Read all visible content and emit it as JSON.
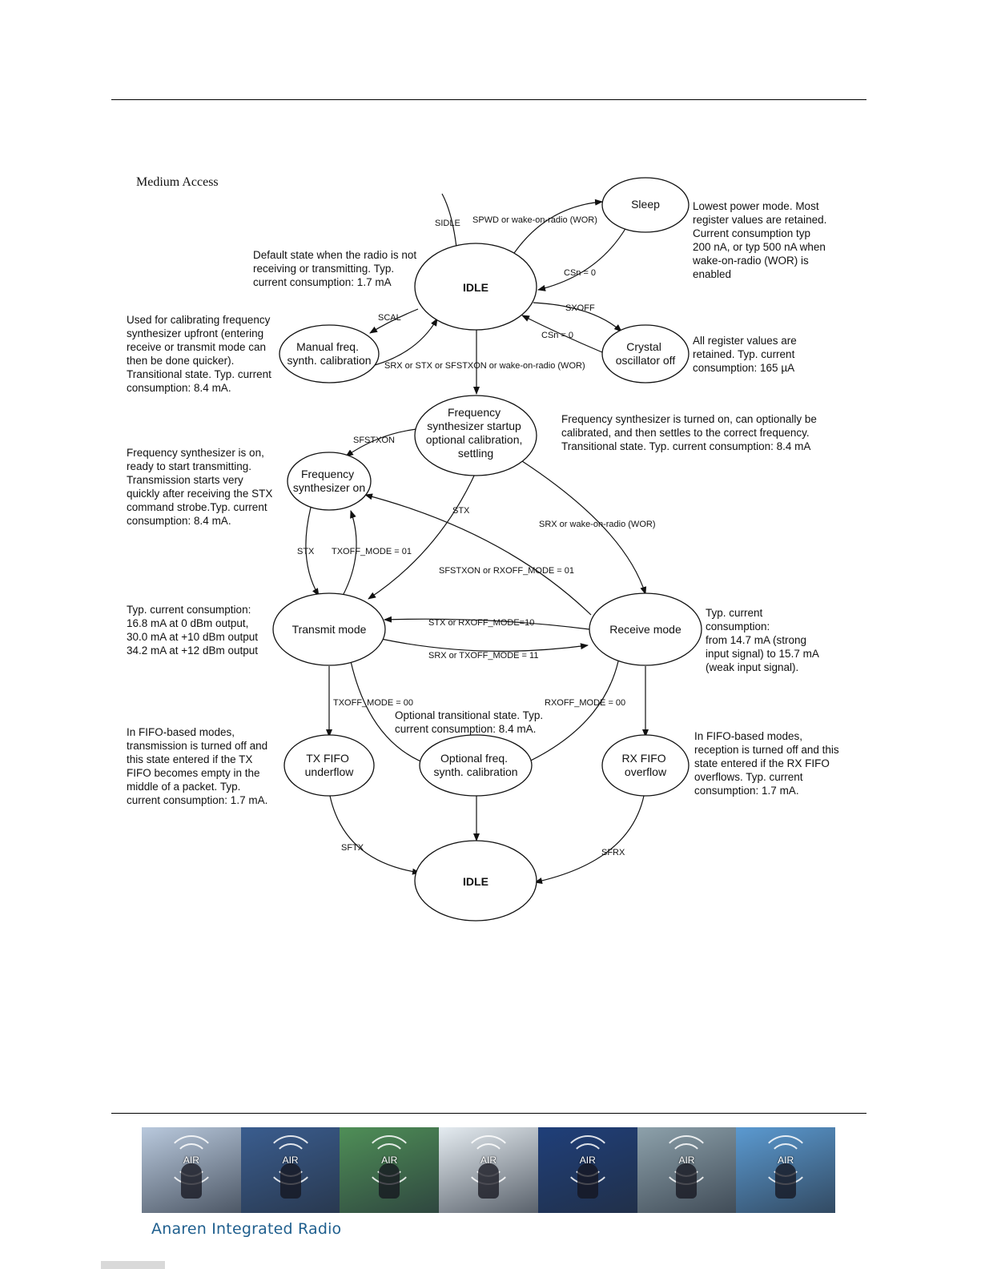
{
  "heading": "Medium Access",
  "states": [
    {
      "id": "sleep",
      "label": [
        "Sleep"
      ]
    },
    {
      "id": "idle_top",
      "label": [
        "IDLE"
      ]
    },
    {
      "id": "manual_cal",
      "label": [
        "Manual freq.",
        "synth. calibration"
      ]
    },
    {
      "id": "xosc_off",
      "label": [
        "Crystal",
        "oscillator off"
      ]
    },
    {
      "id": "fs_startup",
      "label": [
        "Frequency",
        "synthesizer startup",
        "optional calibration,",
        "settling"
      ]
    },
    {
      "id": "fs_on",
      "label": [
        "Frequency",
        "synthesizer on"
      ]
    },
    {
      "id": "tx_mode",
      "label": [
        "Transmit mode"
      ]
    },
    {
      "id": "rx_mode",
      "label": [
        "Receive mode"
      ]
    },
    {
      "id": "tx_underflow",
      "label": [
        "TX FIFO",
        "underflow"
      ]
    },
    {
      "id": "opt_cal",
      "label": [
        "Optional freq.",
        "synth. calibration"
      ]
    },
    {
      "id": "rx_overflow",
      "label": [
        "RX FIFO",
        "overflow"
      ]
    },
    {
      "id": "idle_bottom",
      "label": [
        "IDLE"
      ]
    }
  ],
  "edges": [
    {
      "id": "sidle",
      "label": "SIDLE"
    },
    {
      "id": "spwd",
      "label": "SPWD or wake-on-radio (WOR)"
    },
    {
      "id": "csn_sleep",
      "label": "CSn = 0"
    },
    {
      "id": "sxoff",
      "label": "SXOFF"
    },
    {
      "id": "csn_xosc",
      "label": "CSn = 0"
    },
    {
      "id": "scal",
      "label": "SCAL"
    },
    {
      "id": "srx_stx",
      "label": "SRX or STX or SFSTXON or wake-on-radio (WOR)"
    },
    {
      "id": "sfstxon",
      "label": "SFSTXON"
    },
    {
      "id": "stx_startup",
      "label": "STX"
    },
    {
      "id": "srx_wor",
      "label": "SRX or wake-on-radio (WOR)"
    },
    {
      "id": "stx_fs",
      "label": "STX"
    },
    {
      "id": "txoff01",
      "label": "TXOFF_MODE = 01"
    },
    {
      "id": "sfstxon_rxoff",
      "label": "SFSTXON or RXOFF_MODE = 01"
    },
    {
      "id": "stx_rxoff10",
      "label": "STX or RXOFF_MODE=10"
    },
    {
      "id": "srx_txoff11",
      "label": "SRX or TXOFF_MODE = 11"
    },
    {
      "id": "txoff00",
      "label": "TXOFF_MODE = 00"
    },
    {
      "id": "rxoff00",
      "label": "RXOFF_MODE = 00"
    },
    {
      "id": "sftx",
      "label": "SFTX"
    },
    {
      "id": "sfrx",
      "label": "SFRX"
    }
  ],
  "notes": [
    {
      "id": "note-sleep",
      "lines": [
        "Lowest power mode. Most",
        "register values are retained.",
        "Current consumption typ",
        "200 nA, or typ 500 nA when",
        "wake-on-radio (WOR) is",
        "enabled"
      ]
    },
    {
      "id": "note-idle",
      "lines": [
        "Default state when the radio is not",
        "receiving or transmitting. Typ.",
        "current consumption: 1.7 mA"
      ]
    },
    {
      "id": "note-manual-cal",
      "lines": [
        "Used for calibrating frequency",
        "synthesizer upfront (entering",
        "receive or transmit mode can",
        "then be done quicker).",
        "Transitional state. Typ. current",
        "consumption: 8.4 mA."
      ]
    },
    {
      "id": "note-xosc",
      "lines": [
        "All register values are",
        "retained. Typ. current",
        "consumption: 165 µA"
      ]
    },
    {
      "id": "note-fs-startup",
      "lines": [
        "Frequency synthesizer is turned on, can optionally be",
        "calibrated, and then settles to the correct frequency.",
        "Transitional state. Typ. current consumption: 8.4 mA"
      ]
    },
    {
      "id": "note-fs-on",
      "lines": [
        "Frequency synthesizer is on,",
        "ready to start transmitting.",
        "Transmission starts very",
        "quickly after receiving the STX",
        "command strobe.Typ. current",
        "consumption: 8.4 mA."
      ]
    },
    {
      "id": "note-tx",
      "lines": [
        "Typ. current consumption:",
        "16.8 mA at 0 dBm output,",
        "30.0 mA at +10 dBm output",
        "34.2 mA at +12 dBm output"
      ]
    },
    {
      "id": "note-rx",
      "lines": [
        "Typ. current",
        "consumption:",
        "from 14.7 mA (strong",
        "input signal) to 15.7 mA",
        "(weak input signal)."
      ]
    },
    {
      "id": "note-opt-cal",
      "lines": [
        "Optional transitional state. Typ.",
        "current consumption: 8.4 mA."
      ]
    },
    {
      "id": "note-tx-underflow",
      "lines": [
        "In FIFO-based modes,",
        "transmission is turned off and",
        "this state entered if the TX",
        "FIFO becomes empty in the",
        "middle of a packet. Typ.",
        "current consumption: 1.7 mA."
      ]
    },
    {
      "id": "note-rx-overflow",
      "lines": [
        "In FIFO-based modes,",
        "reception is turned off and this",
        "state entered if the RX FIFO",
        "overflows. Typ. current",
        "consumption: 1.7 mA."
      ]
    }
  ],
  "footer": {
    "banner_tiles": [
      {
        "badge": "AIR",
        "color": "#b9c9dd"
      },
      {
        "badge": "AIR",
        "color": "#3a5d8f"
      },
      {
        "badge": "AIR",
        "color": "#4f8f57"
      },
      {
        "badge": "AIR",
        "color": "#e5ecf1"
      },
      {
        "badge": "AIR",
        "color": "#1f3f7a"
      },
      {
        "badge": "AIR",
        "color": "#8da1ab"
      },
      {
        "badge": "AIR",
        "color": "#5b9ad1"
      }
    ],
    "brand": "Anaren Integrated Radio"
  }
}
